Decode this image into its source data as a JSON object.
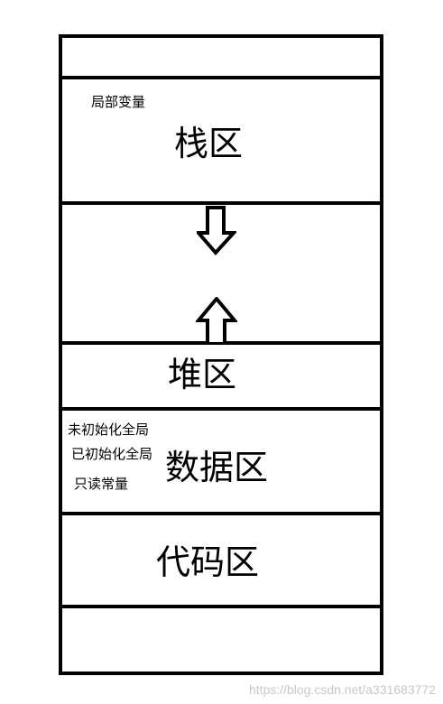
{
  "regions": {
    "stack": {
      "title": "栈区",
      "note": "局部变量"
    },
    "heap": {
      "title": "堆区"
    },
    "data": {
      "title": "数据区",
      "notes": [
        "未初始化全局",
        "已初始化全局",
        "只读常量"
      ]
    },
    "code": {
      "title": "代码区"
    }
  },
  "arrows": {
    "down": "down-arrow-icon",
    "up": "up-arrow-icon"
  },
  "watermark": "https://blog.csdn.net/a331683772"
}
